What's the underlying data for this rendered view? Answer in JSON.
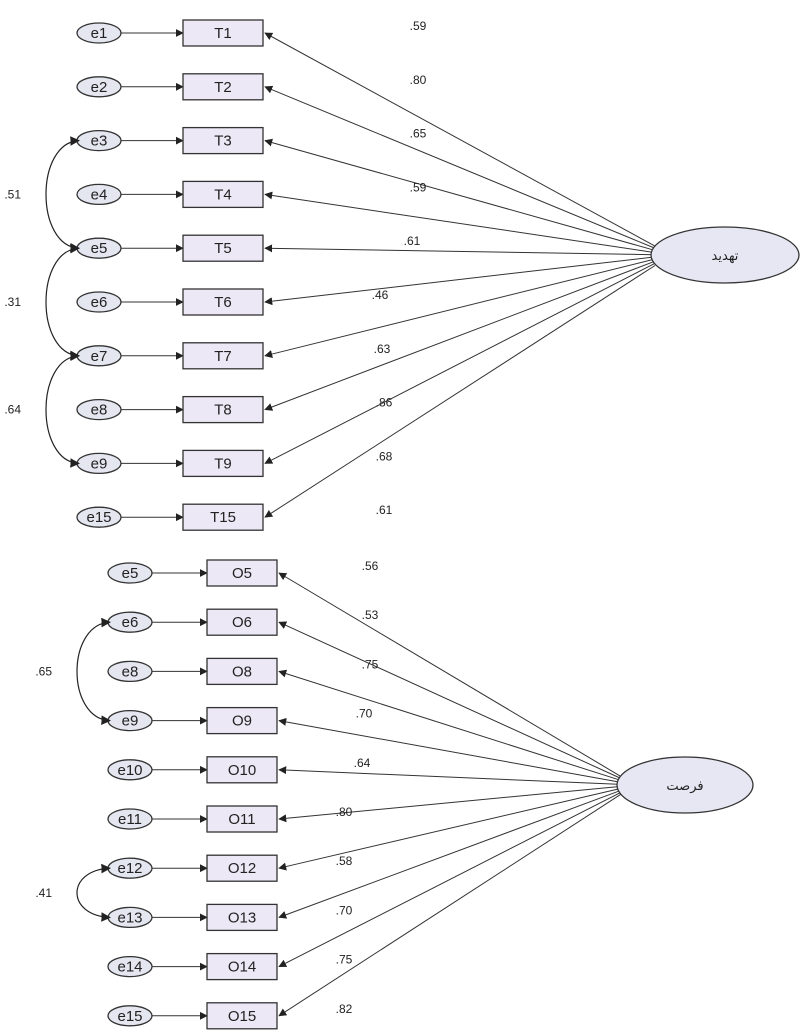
{
  "colors": {
    "error_fill": "#e4e6f0",
    "observed_fill": "#ece8f5",
    "latent_fill": "#e6e7f3",
    "stroke": "#333333"
  },
  "models": [
    {
      "latent": "تهدید",
      "indicators": [
        {
          "error": "e1",
          "item": "T1",
          "loading": ".59"
        },
        {
          "error": "e2",
          "item": "T2",
          "loading": ".80"
        },
        {
          "error": "e3",
          "item": "T3",
          "loading": ".65"
        },
        {
          "error": "e4",
          "item": "T4",
          "loading": ".59"
        },
        {
          "error": "e5",
          "item": "T5",
          "loading": ".61"
        },
        {
          "error": "e6",
          "item": "T6",
          "loading": ".46"
        },
        {
          "error": "e7",
          "item": "T7",
          "loading": ".63"
        },
        {
          "error": "e8",
          "item": "T8",
          "loading": ".86"
        },
        {
          "error": "e9",
          "item": "T9",
          "loading": ".68"
        },
        {
          "error": "e15",
          "item": "T15",
          "loading": ".61"
        }
      ],
      "covariances": [
        {
          "from": "e3",
          "to": "e5",
          "value": ".51"
        },
        {
          "from": "e5",
          "to": "e7",
          "value": ".31"
        },
        {
          "from": "e7",
          "to": "e9",
          "value": ".64"
        }
      ]
    },
    {
      "latent": "فرصت",
      "indicators": [
        {
          "error": "e5",
          "item": "O5",
          "loading": ".56"
        },
        {
          "error": "e6",
          "item": "O6",
          "loading": ".53"
        },
        {
          "error": "e8",
          "item": "O8",
          "loading": ".75"
        },
        {
          "error": "e9",
          "item": "O9",
          "loading": ".70"
        },
        {
          "error": "e10",
          "item": "O10",
          "loading": ".64"
        },
        {
          "error": "e11",
          "item": "O11",
          "loading": ".80"
        },
        {
          "error": "e12",
          "item": "O12",
          "loading": ".58"
        },
        {
          "error": "e13",
          "item": "O13",
          "loading": ".70"
        },
        {
          "error": "e14",
          "item": "O14",
          "loading": ".75"
        },
        {
          "error": "e15",
          "item": "O15",
          "loading": ".82"
        }
      ],
      "covariances": [
        {
          "from": "e6",
          "to": "e9",
          "value": ".65"
        },
        {
          "from": "e12",
          "to": "e13",
          "value": ".41"
        }
      ]
    }
  ]
}
